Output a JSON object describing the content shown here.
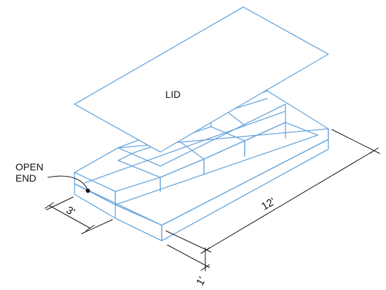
{
  "labels": {
    "lid": "LID",
    "open_end_line1": "OPEN",
    "open_end_line2": "END"
  },
  "dimensions": {
    "width": "3'",
    "length": "12'",
    "height": "1'"
  },
  "colors": {
    "box_lines": "#6aa6dc",
    "annotation": "#111111"
  }
}
